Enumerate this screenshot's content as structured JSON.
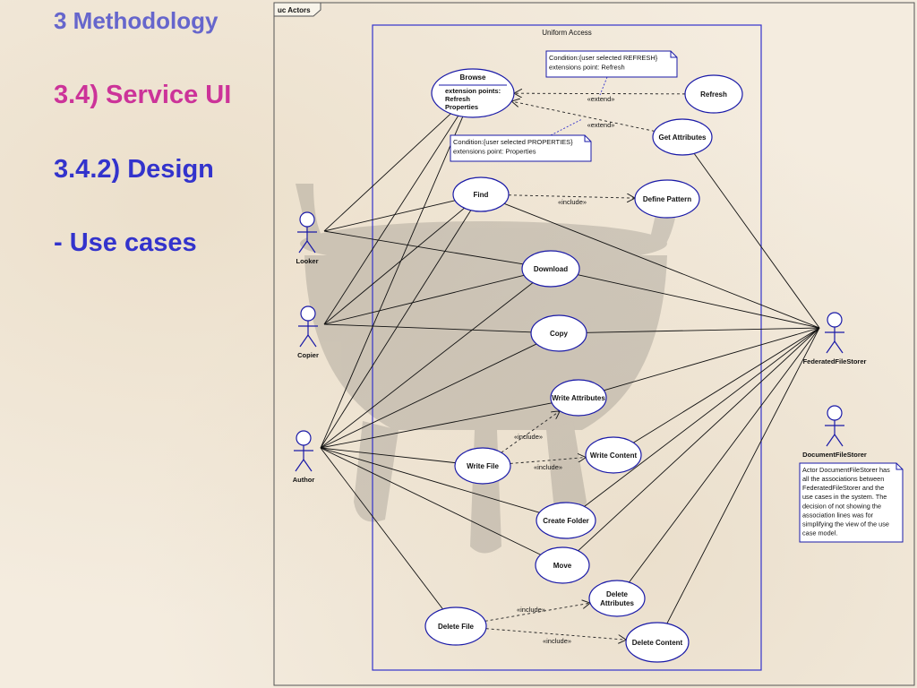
{
  "slide": {
    "title": "3 Methodology",
    "subtitle1": "3.4) Service UI",
    "subtitle2": "3.4.2) Design",
    "subtitle3": "- Use cases"
  },
  "frame": {
    "tab_label": "uc Actors",
    "boundary_label": "Uniform Access"
  },
  "actors": [
    {
      "id": "looker",
      "label": "Looker"
    },
    {
      "id": "copier",
      "label": "Copier"
    },
    {
      "id": "author",
      "label": "Author"
    },
    {
      "id": "federated",
      "label": "FederatedFileStorer"
    },
    {
      "id": "document",
      "label": "DocumentFileStorer"
    }
  ],
  "use_cases": [
    {
      "id": "browse",
      "lines": [
        "Browse"
      ],
      "compartment": [
        "extension points:",
        "Refresh",
        "Properties"
      ]
    },
    {
      "id": "refresh",
      "lines": [
        "Refresh"
      ]
    },
    {
      "id": "getattr",
      "lines": [
        "Get Attributes"
      ]
    },
    {
      "id": "find",
      "lines": [
        "Find"
      ]
    },
    {
      "id": "definepattern",
      "lines": [
        "Define Pattern"
      ]
    },
    {
      "id": "download",
      "lines": [
        "Download"
      ]
    },
    {
      "id": "copy",
      "lines": [
        "Copy"
      ]
    },
    {
      "id": "writeattr",
      "lines": [
        "Write Attributes"
      ]
    },
    {
      "id": "writefile",
      "lines": [
        "Write File"
      ]
    },
    {
      "id": "writecontent",
      "lines": [
        "Write Content"
      ]
    },
    {
      "id": "createfolder",
      "lines": [
        "Create Folder"
      ]
    },
    {
      "id": "move",
      "lines": [
        "Move"
      ]
    },
    {
      "id": "deleteattr",
      "lines": [
        "Delete",
        "Attributes"
      ]
    },
    {
      "id": "deletefile",
      "lines": [
        "Delete File"
      ]
    },
    {
      "id": "deletecontent",
      "lines": [
        "Delete Content"
      ]
    }
  ],
  "notes": [
    {
      "id": "note_refresh",
      "lines": [
        "Condition:{user selected REFRESH}",
        "extensions point: Refresh"
      ]
    },
    {
      "id": "note_properties",
      "lines": [
        "Condition:{user selected PROPERTIES}",
        "extensions point: Properties"
      ]
    },
    {
      "id": "note_document",
      "lines": [
        "Actor DocumentFileStorer has",
        "all the associations between",
        "FederatedFileStorer and the",
        "use cases in the system. The",
        "decision of not showing the",
        "association lines was for",
        "simplifying the view of the use",
        "case model."
      ]
    }
  ],
  "relation_labels": {
    "extend": "«extend»",
    "include": "«include»"
  },
  "relations": [
    {
      "from": "refresh",
      "to": "browse",
      "type": "extend"
    },
    {
      "from": "getattr",
      "to": "browse",
      "type": "extend"
    },
    {
      "from": "find",
      "to": "definepattern",
      "type": "include"
    },
    {
      "from": "writefile",
      "to": "writeattr",
      "type": "include"
    },
    {
      "from": "writefile",
      "to": "writecontent",
      "type": "include"
    },
    {
      "from": "deletefile",
      "to": "deleteattr",
      "type": "include"
    },
    {
      "from": "deletefile",
      "to": "deletecontent",
      "type": "include"
    }
  ],
  "associations": [
    [
      "looker",
      "browse"
    ],
    [
      "looker",
      "find"
    ],
    [
      "looker",
      "download"
    ],
    [
      "copier",
      "browse"
    ],
    [
      "copier",
      "find"
    ],
    [
      "copier",
      "download"
    ],
    [
      "copier",
      "copy"
    ],
    [
      "author",
      "browse"
    ],
    [
      "author",
      "find"
    ],
    [
      "author",
      "download"
    ],
    [
      "author",
      "copy"
    ],
    [
      "author",
      "writeattr"
    ],
    [
      "author",
      "writefile"
    ],
    [
      "author",
      "createfolder"
    ],
    [
      "author",
      "move"
    ],
    [
      "author",
      "deletefile"
    ],
    [
      "federated",
      "getattr"
    ],
    [
      "federated",
      "find"
    ],
    [
      "federated",
      "download"
    ],
    [
      "federated",
      "copy"
    ],
    [
      "federated",
      "writeattr"
    ],
    [
      "federated",
      "writecontent"
    ],
    [
      "federated",
      "createfolder"
    ],
    [
      "federated",
      "move"
    ],
    [
      "federated",
      "deleteattr"
    ],
    [
      "federated",
      "deletecontent"
    ]
  ],
  "colors": {
    "title": "#6666cc",
    "subtitle_pink": "#cc3399",
    "subtitle_blue": "#3333cc",
    "use_case_border": "#1a1aa8",
    "boundary": "#3333cc"
  }
}
